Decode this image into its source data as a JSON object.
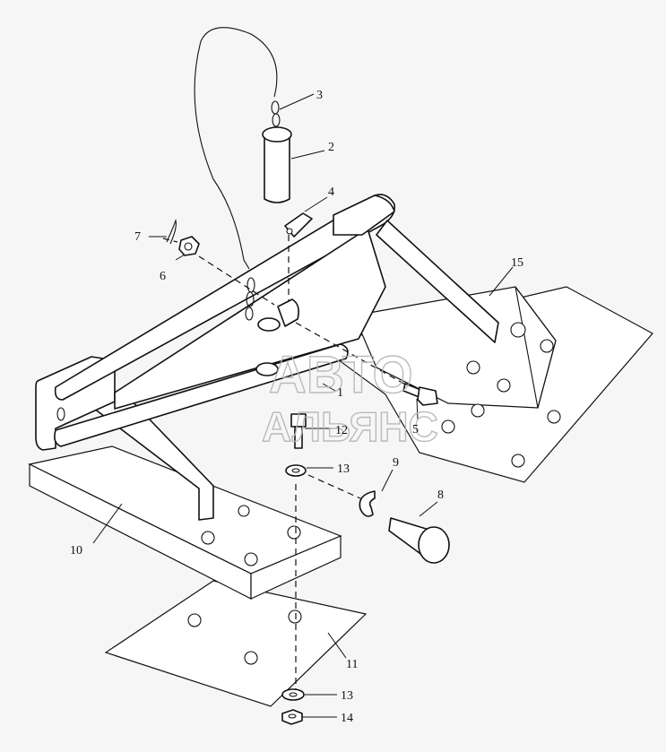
{
  "callouts": {
    "c1": "1",
    "c2": "2",
    "c3": "3",
    "c4": "4",
    "c5": "5",
    "c6": "6",
    "c7": "7",
    "c8": "8",
    "c9": "9",
    "c10": "10",
    "c11": "11",
    "c12": "12",
    "c13a": "13",
    "c13b": "13",
    "c14": "14",
    "c15": "15"
  },
  "watermark": {
    "line1": "АВТО",
    "line2": "АЛЬЯНС"
  },
  "colors": {
    "background": "#f6f6f6",
    "ink": "#111111",
    "watermark": "#b5b5b5"
  }
}
